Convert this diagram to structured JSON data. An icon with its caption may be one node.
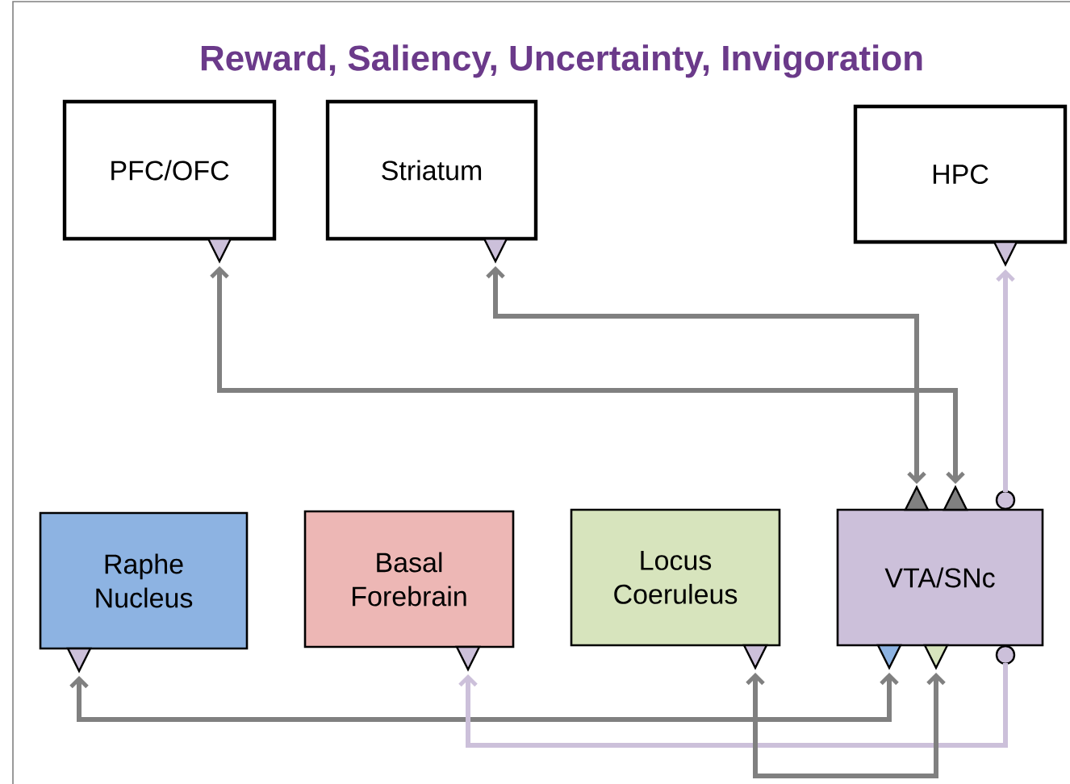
{
  "diagram": {
    "title": "Reward, Saliency, Uncertainty, Invigoration",
    "nodes": [
      {
        "text": [
          "PFC/OFC"
        ]
      },
      {
        "text": [
          "Striatum"
        ]
      },
      {
        "text": [
          "HPC"
        ]
      },
      {
        "text": [
          "Raphe Nucleus"
        ]
      },
      {
        "text": [
          "Basal Forebrain"
        ]
      },
      {
        "text": [
          "Locus Coeruleus"
        ]
      },
      {
        "text": [
          "VTA/SNc"
        ]
      }
    ],
    "edges": [
      {
        "from": 6,
        "to": 0,
        "arrow": "both"
      },
      {
        "from": 6,
        "to": 1,
        "arrow": "both"
      },
      {
        "from": 6,
        "to": 2,
        "arrow": "to",
        "color": "#ccc0da"
      },
      {
        "from": 6,
        "to": 3,
        "arrow": "both"
      },
      {
        "from": 6,
        "to": 4,
        "arrow": "to",
        "color": "#ccc0da"
      },
      {
        "from": 5,
        "to": 6,
        "arrow": "both"
      }
    ]
  }
}
